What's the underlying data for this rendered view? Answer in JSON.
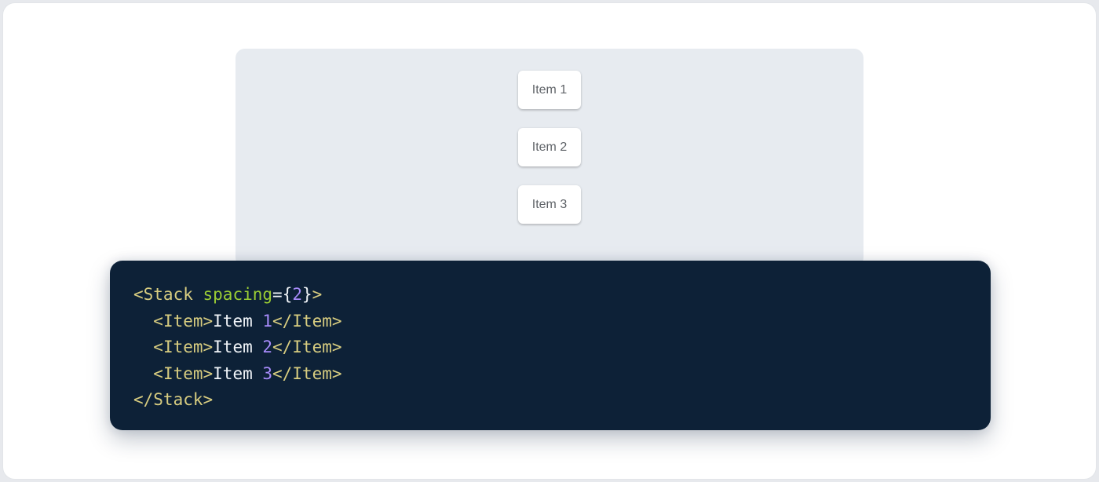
{
  "page": {
    "background": "#e7e9ed",
    "surface_background": "#ffffff"
  },
  "demo": {
    "panel_background": "#e7ebf0",
    "item_text_color": "#5f6368",
    "items": [
      {
        "label": "Item 1"
      },
      {
        "label": "Item 2"
      },
      {
        "label": "Item 3"
      }
    ]
  },
  "code": {
    "background": "#0d2137",
    "token_colors": {
      "tag": "#d8cd80",
      "attr_name": "#9bce34",
      "number": "#a78bfa",
      "plain": "#f0f4f8"
    },
    "lines": [
      {
        "tokens": [
          {
            "type": "tag",
            "text": "<Stack "
          },
          {
            "type": "attr",
            "text": "spacing"
          },
          {
            "type": "plain",
            "text": "="
          },
          {
            "type": "plain",
            "text": "{"
          },
          {
            "type": "number",
            "text": "2"
          },
          {
            "type": "plain",
            "text": "}"
          },
          {
            "type": "tag",
            "text": ">"
          }
        ]
      },
      {
        "tokens": [
          {
            "type": "plain",
            "text": "  "
          },
          {
            "type": "tag",
            "text": "<Item>"
          },
          {
            "type": "plain",
            "text": "Item "
          },
          {
            "type": "number",
            "text": "1"
          },
          {
            "type": "tag",
            "text": "</Item>"
          }
        ]
      },
      {
        "tokens": [
          {
            "type": "plain",
            "text": "  "
          },
          {
            "type": "tag",
            "text": "<Item>"
          },
          {
            "type": "plain",
            "text": "Item "
          },
          {
            "type": "number",
            "text": "2"
          },
          {
            "type": "tag",
            "text": "</Item>"
          }
        ]
      },
      {
        "tokens": [
          {
            "type": "plain",
            "text": "  "
          },
          {
            "type": "tag",
            "text": "<Item>"
          },
          {
            "type": "plain",
            "text": "Item "
          },
          {
            "type": "number",
            "text": "3"
          },
          {
            "type": "tag",
            "text": "</Item>"
          }
        ]
      },
      {
        "tokens": [
          {
            "type": "tag",
            "text": "</Stack>"
          }
        ]
      }
    ]
  }
}
